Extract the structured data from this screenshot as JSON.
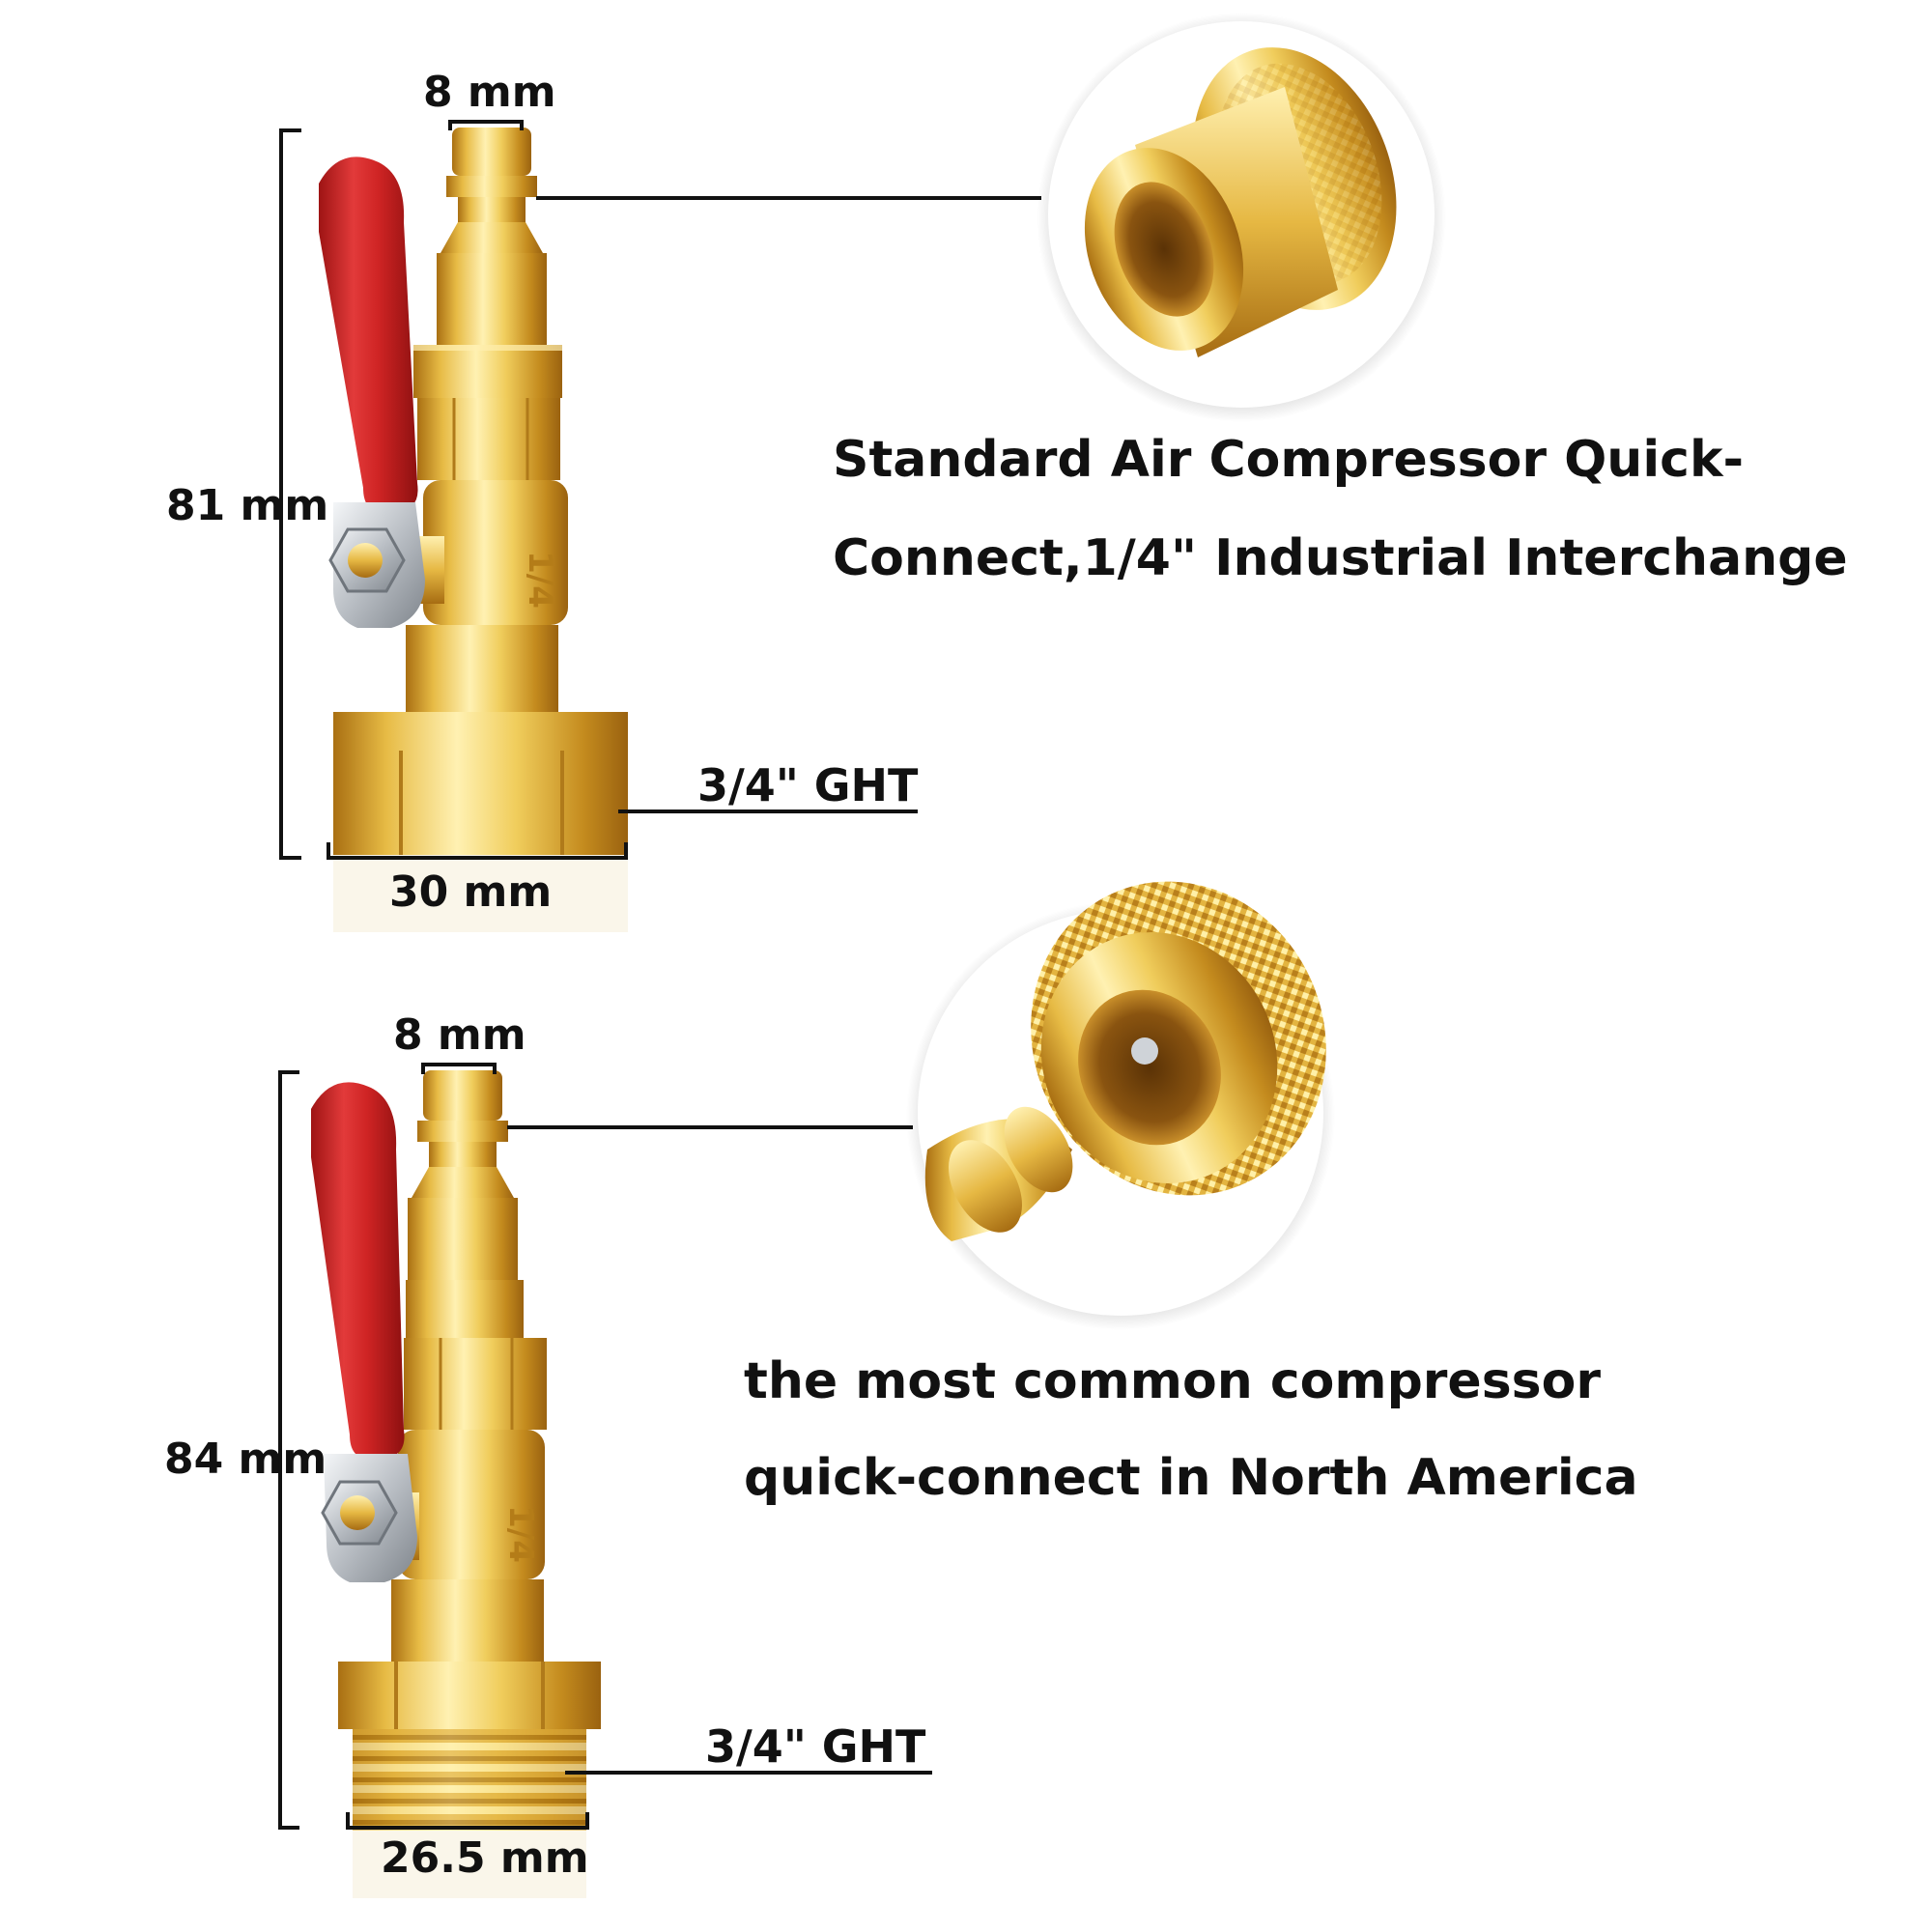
{
  "colors": {
    "brass_light": "#f6e08a",
    "brass_mid": "#e5b73b",
    "brass_dark": "#b27a16",
    "handle_red": "#d42525",
    "steel": "#c8ccd0",
    "line": "#111111",
    "text": "#111111"
  },
  "product_top": {
    "top_width_label": "8 mm",
    "height_label": "81 mm",
    "bottom_width_label": "30 mm",
    "thread_label": "3/4\"  GHT",
    "body_marking": "1/4",
    "caption_line1": "Standard Air Compressor Quick-",
    "caption_line2": "Connect,1/4\" Industrial Interchange"
  },
  "product_bottom": {
    "top_width_label": "8 mm",
    "height_label": "84 mm",
    "bottom_width_label": "26.5 mm",
    "thread_label": "3/4\"  GHT",
    "body_marking": "1/4",
    "caption_line1": "the most common compressor",
    "caption_line2": "quick-connect in North America"
  },
  "icons": {
    "top_detail": "brass-sleeve-closeup-icon",
    "bottom_detail": "brass-coupler-closeup-icon",
    "top_fitting": "brass-ball-valve-female-icon",
    "bottom_fitting": "brass-ball-valve-male-icon"
  }
}
